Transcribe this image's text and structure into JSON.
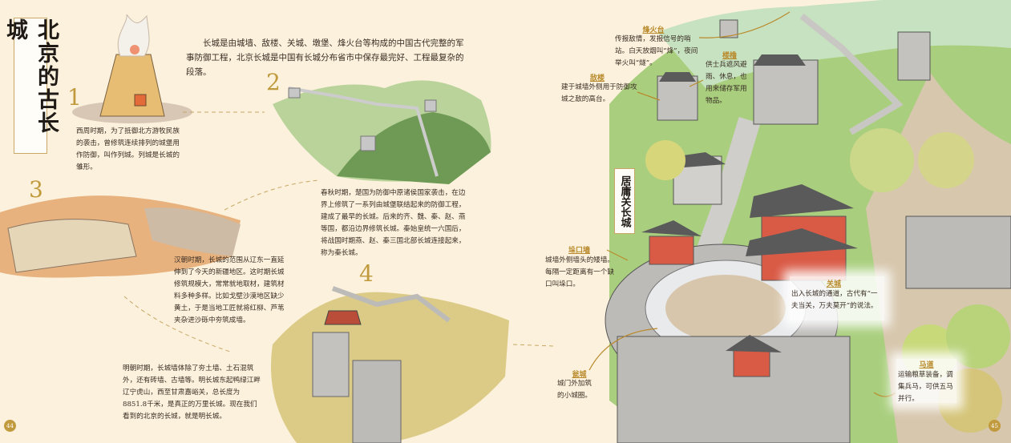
{
  "left_page": {
    "title": "北京的古长城",
    "intro": "长城是由城墙、敌楼、关城、墩堡、烽火台等构成的中国古代完整的军事防御工程，北京长城是中国有长城分布省市中保存最完好、工程最复杂的段落。",
    "sections": [
      {
        "number": "1",
        "text": "西周时期，为了抵御北方游牧民族的袭击，曾修筑连续排列的城堡用作防御，叫作列城。列城是长城的雏形。"
      },
      {
        "number": "2",
        "text": "春秋时期，楚国为防御中原诸侯国家袭击，在边界上修筑了一系列由城堡联结起来的防御工程，建成了最早的长城。后来的齐、魏、秦、赵、燕等国，都沿边界修筑长城。秦始皇统一六国后，将战国时期燕、赵、秦三国北部长城连接起来，称为秦长城。"
      },
      {
        "number": "3",
        "text": "汉朝时期，长城的范围从辽东一直延伸到了今天的新疆地区。这时期长城修筑规模大，常常就地取材，建筑材料多种多样。比如戈壁沙漠地区缺少黄土，于是当地工匠就将红柳、芦苇夹杂进沙砾中夯筑成墙。"
      },
      {
        "number": "4",
        "text": "明朝时期，长城墙体除了夯土墙、土石混筑外，还有砖墙、古墙等。明长城东起鸭绿江畔辽宁虎山，西至甘肃嘉峪关，总长度为8851.8千米，是真正的万里长城。现在我们看到的北京的长城，就是明长城。"
      }
    ],
    "page_number": "44"
  },
  "right_page": {
    "card_title": "居庸关长城",
    "labels": {
      "beacon": {
        "title": "烽火台",
        "text": "传报敌情，发报信号的哨站。白天放烟叫“烽”，夜间举火叫“燧”。"
      },
      "watchtower": {
        "title": "敌楼",
        "text": "建于城墙外侧用于防御攻城之敌的高台。"
      },
      "turret": {
        "title": "楼橹",
        "text": "供士兵遮风避雨、休息，也用来储存军用物品。"
      },
      "parapet": {
        "title": "垛口墙",
        "text": "城墙外侧墙头的矮墙。每隔一定距离有一个缺口叫垛口。"
      },
      "pass": {
        "title": "关城",
        "text": "出入长城的通道，古代有“一夫当关，万夫莫开”的说法。"
      },
      "barbican": {
        "title": "瓮城",
        "text": "城门外加筑的小城圈。"
      },
      "horse_path": {
        "title": "马道",
        "text": "运输粮草装备，调集兵马，可供五马并行。"
      }
    },
    "page_number": "45"
  },
  "colors": {
    "paper": "#fbf1dc",
    "gold": "#c09a3c",
    "wall": "#bdbbb8",
    "roof_red": "#d6523f",
    "green": "#8fbf5a"
  }
}
